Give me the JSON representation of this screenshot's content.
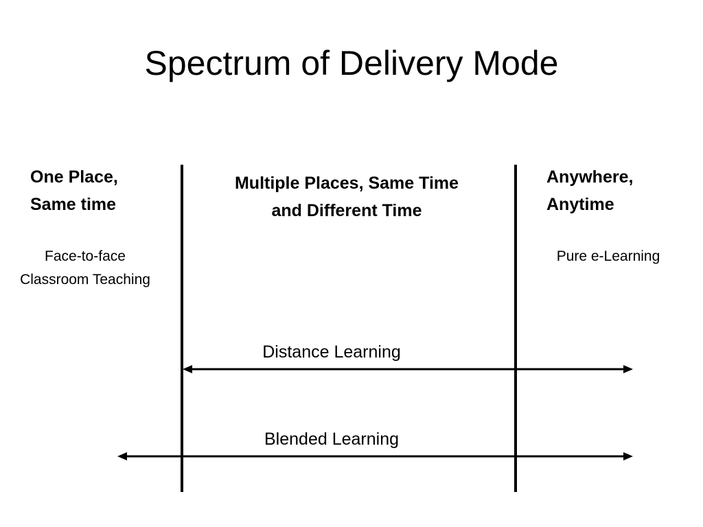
{
  "title": "Spectrum of Delivery Mode",
  "columns": {
    "left": {
      "heading_lines": [
        "One Place,",
        "Same time"
      ],
      "description_lines": [
        "Face-to-face",
        "Classroom Teaching"
      ]
    },
    "middle": {
      "heading_lines": [
        "Multiple Places, Same Time",
        "and Different Time"
      ]
    },
    "right": {
      "heading_lines": [
        "Anywhere,",
        "Anytime"
      ],
      "description_lines": [
        "Pure e-Learning"
      ]
    }
  },
  "arrows": {
    "distance": {
      "label": "Distance Learning"
    },
    "blended": {
      "label": "Blended Learning"
    }
  },
  "colors": {
    "line": "#000000",
    "background": "#ffffff"
  }
}
